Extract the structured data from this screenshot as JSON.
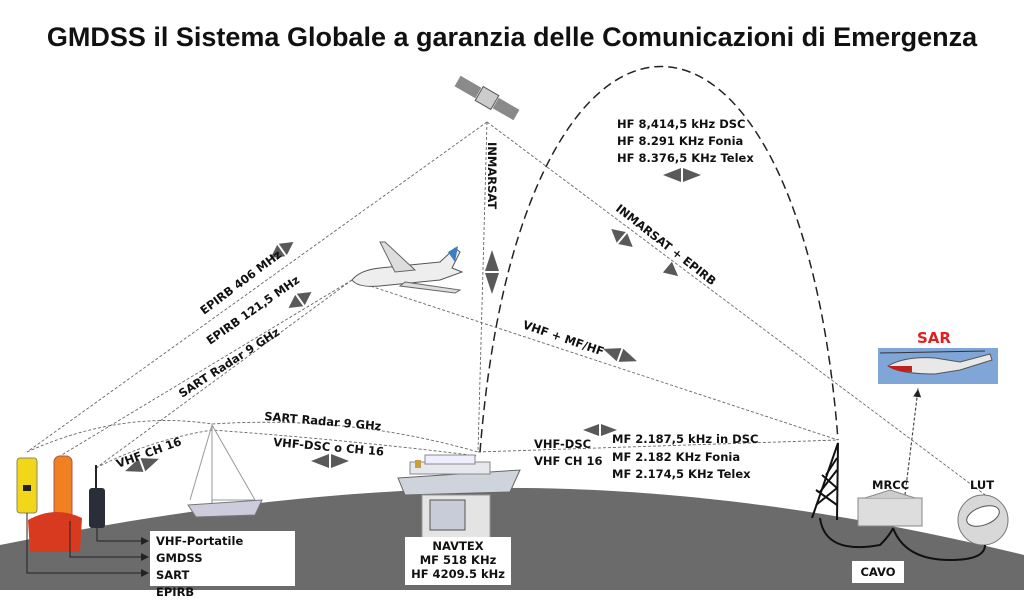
{
  "title": "GMDSS il Sistema Globale a garanzia delle Comunicazioni di Emergenza",
  "links": {
    "inmarsat": "INMARSAT",
    "epirb406": "EPIRB 406 MHz",
    "epirb121": "EPIRB 121,5 MHz",
    "sart_radar_air": "SART Radar 9 GHz",
    "inmarsat_epirb": "INMARSAT + EPIRB",
    "vhf_mf_hf": "VHF + MF/HF",
    "vhf_ch16": "VHF CH 16",
    "sart_radar_sea": "SART Radar 9 GHz",
    "vhf_dsc_ch16": "VHF-DSC o CH 16",
    "vhf_dsc": "VHF-DSC",
    "vhf_ch16_b": "VHF CH 16"
  },
  "hf_freqs": [
    "HF 8,414,5 kHz DSC",
    "HF 8.291 KHz Fonia",
    "HF 8.376,5 KHz Telex"
  ],
  "mf_freqs": [
    "MF 2.187,5 kHz in DSC",
    "MF 2.182 KHz Fonia",
    "MF 2.174,5 KHz Telex"
  ],
  "devices_legend": [
    "VHF-Portatile GMDSS",
    "SART",
    "EPIRB"
  ],
  "navtex": [
    "NAVTEX",
    "MF 518 KHz",
    "HF 4209.5 kHz"
  ],
  "shore": {
    "sar": "SAR",
    "mrcc": "MRCC",
    "lut": "LUT",
    "cavo": "CAVO"
  },
  "colors": {
    "ground": "#6b6b6b",
    "sar": "#e02020",
    "arrow": "#555555"
  }
}
